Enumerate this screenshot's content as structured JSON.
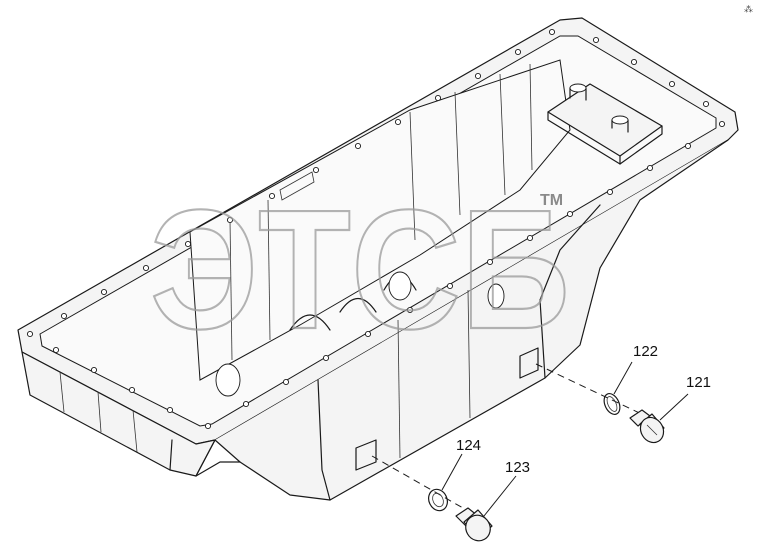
{
  "diagram": {
    "callouts": [
      {
        "id": "122",
        "label": "122"
      },
      {
        "id": "121",
        "label": "121"
      },
      {
        "id": "124",
        "label": "124"
      },
      {
        "id": "123",
        "label": "123"
      }
    ],
    "watermark": {
      "text": "ЭТСБ",
      "trademark": "TM"
    },
    "corner_mark": "⁂"
  }
}
